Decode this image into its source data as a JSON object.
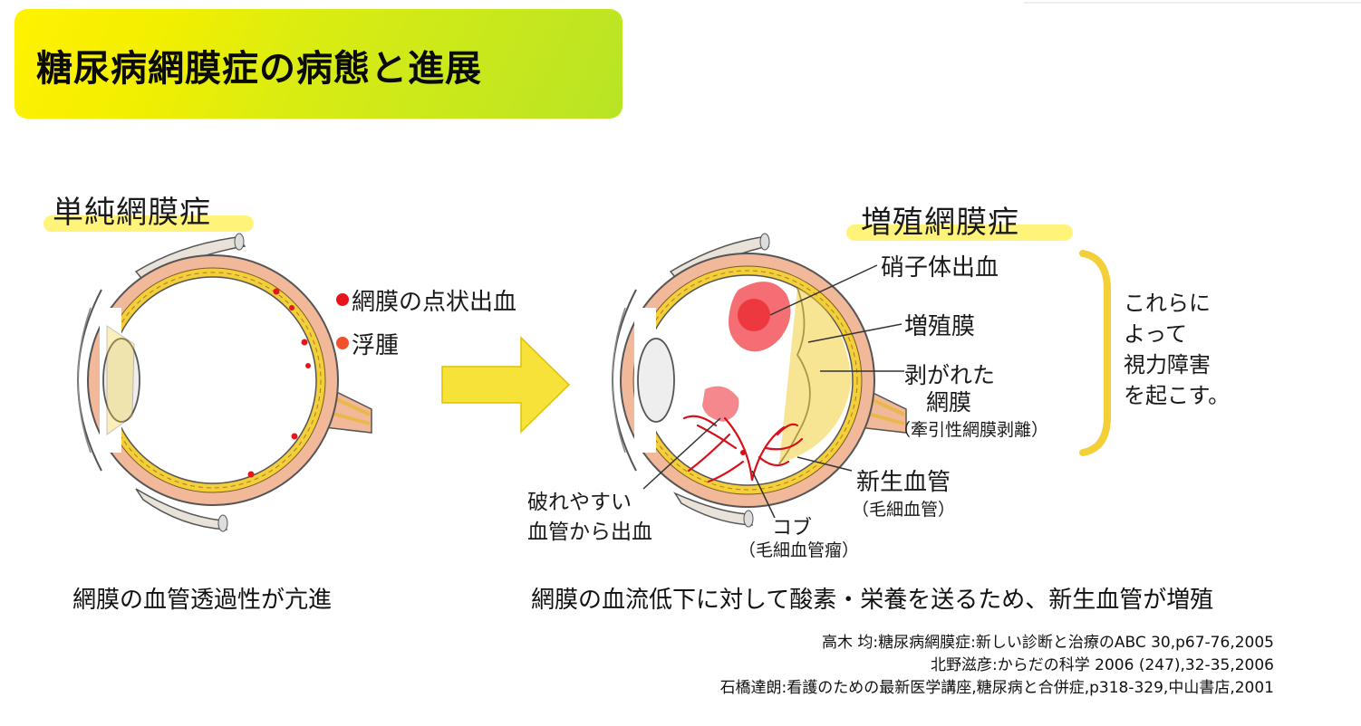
{
  "title": "糖尿病網膜症の病態と進展",
  "simple": {
    "label": "単純網膜症",
    "bullets": [
      {
        "text": "網膜の点状出血",
        "color": "#e8141c"
      },
      {
        "text": "浮腫",
        "color": "#f0502a"
      }
    ],
    "caption": "網膜の血管透過性が亢進"
  },
  "proliferative": {
    "label": "増殖網膜症",
    "vitreous_hemorrhage": "硝子体出血",
    "proliferative_membrane": "増殖膜",
    "detached_1": "剥がれた",
    "detached_2": "網膜",
    "detached_3": "（牽引性網膜剥離）",
    "bracket_note": [
      "これらに",
      "よって",
      "視力障害",
      "を起こす。"
    ],
    "new_vessels_1": "新生血管",
    "new_vessels_2": "（毛細血管）",
    "aneurysm_1": "コブ",
    "aneurysm_2": "（毛細血管瘤）",
    "fragile_1": "破れやすい",
    "fragile_2": "血管から出血",
    "caption": "網膜の血流低下に対して酸素・栄養を送るため、新生血管が増殖"
  },
  "references": [
    "高木 均:糖尿病網膜症:新しい診断と治療のABC 30,p67-76,2005",
    "北野滋彦:からだの科学 2006 (247),32-35,2006",
    "石橋達朗:看護のための最新医学講座,糖尿病と合併症,p318-329,中山書店,2001"
  ],
  "colors": {
    "sclera": "#f1b89a",
    "retina": "#f3cf3a",
    "blood": "#e8141c",
    "arrow": "#f7e23a",
    "highlight": "#fff36a"
  }
}
